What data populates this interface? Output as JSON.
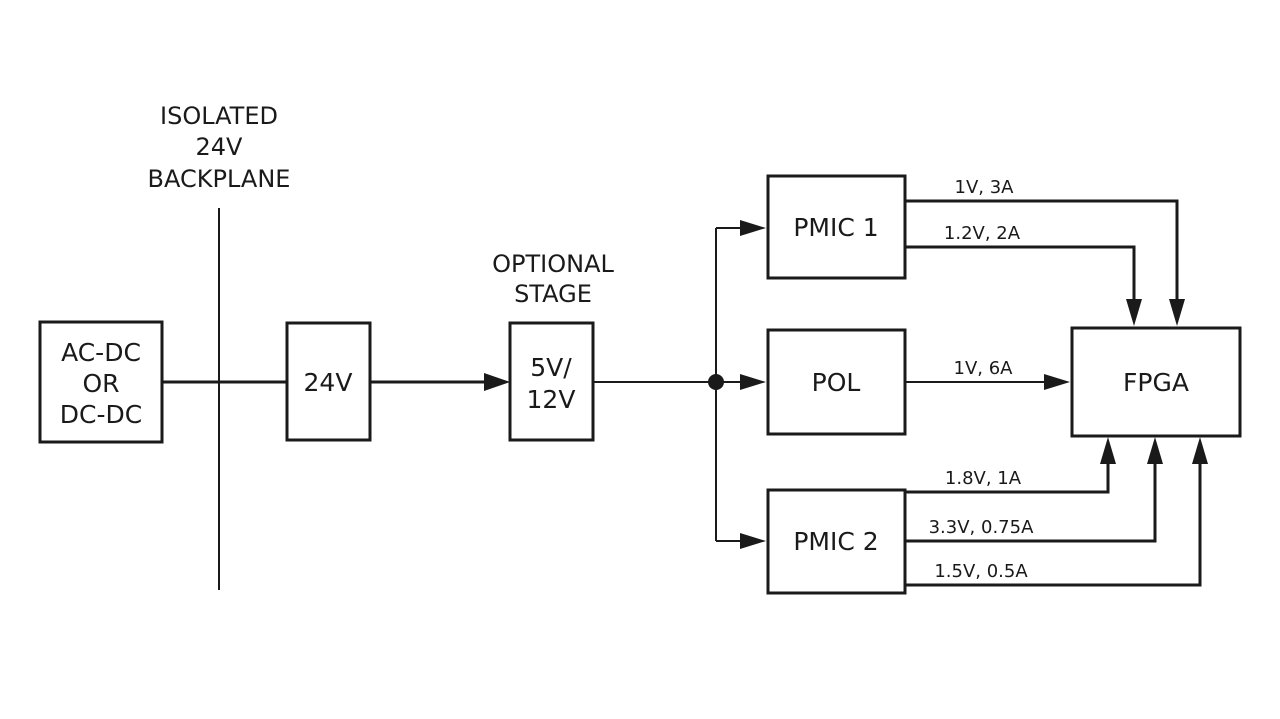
{
  "backplane": {
    "label_lines": [
      "ISOLATED",
      "24V",
      "BACKPLANE"
    ]
  },
  "optional_stage": {
    "label_lines": [
      "OPTIONAL",
      "STAGE"
    ]
  },
  "blocks": {
    "acdc": [
      "AC-DC",
      "OR",
      "DC-DC"
    ],
    "bus24": "24V",
    "stage": [
      "5V/",
      "12V"
    ],
    "pmic1": "PMIC 1",
    "pol": "POL",
    "pmic2": "PMIC 2",
    "fpga": "FPGA"
  },
  "rails": {
    "pmic1_a": "1V, 3A",
    "pmic1_b": "1.2V, 2A",
    "pol_a": "1V, 6A",
    "pmic2_a": "1.8V, 1A",
    "pmic2_b": "3.3V, 0.75A",
    "pmic2_c": "1.5V, 0.5A"
  }
}
